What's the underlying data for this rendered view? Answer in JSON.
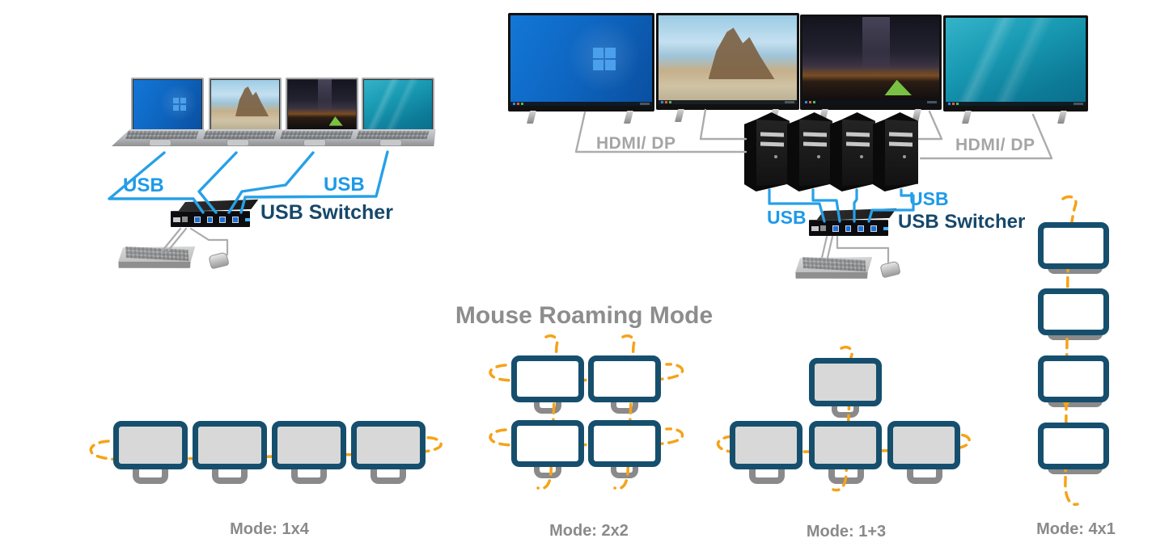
{
  "left_setup": {
    "usb_left": "USB",
    "usb_right": "USB",
    "switcher_label": "USB Switcher"
  },
  "right_setup": {
    "hdmi_left": "HDMI/ DP",
    "hdmi_right": "HDMI/ DP",
    "usb_left": "USB",
    "usb_right": "USB",
    "switcher_label": "USB Switcher"
  },
  "roaming": {
    "title": "Mouse Roaming Mode",
    "modes": [
      {
        "label": "Mode: 1x4"
      },
      {
        "label": "Mode: 2x2"
      },
      {
        "label": "Mode: 1+3"
      },
      {
        "label": "Mode: 4x1"
      }
    ]
  },
  "icons": {
    "laptop": "laptop-icon",
    "monitor": "monitor-icon",
    "tower": "tower-pc-icon",
    "switcher": "usb-switcher-icon",
    "keyboard": "keyboard-icon",
    "mouse": "mouse-icon"
  },
  "colors": {
    "usb_blue": "#1E9AE8",
    "switcher_navy": "#17486B",
    "hdmi_gray": "#A5A5A5",
    "title_gray": "#8D8D8D",
    "roam_orange": "#F5A318",
    "monitor_border_navy": "#164F6D",
    "screen_gray": "#D8D8D8",
    "stand_gray": "#8A8A8A"
  }
}
